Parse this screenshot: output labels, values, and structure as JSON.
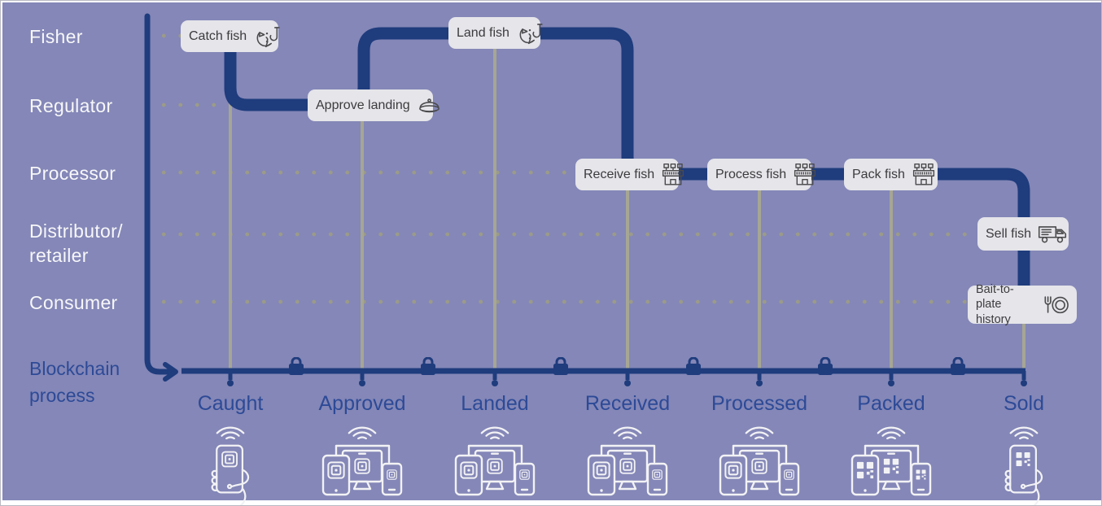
{
  "colors": {
    "background": "#8487b7",
    "journey_navy": "#1f3c7d",
    "label_navy": "#2d4a97",
    "event_box_bg": "#e5e5ea",
    "event_box_text": "#3c3c3e",
    "grid_olive": "#a6a694",
    "white_text": "#f7f7f9"
  },
  "actors": {
    "items": [
      {
        "label": "Fisher"
      },
      {
        "label": "Regulator"
      },
      {
        "label": "Processor"
      },
      {
        "label": "Distributor/\nretailer"
      },
      {
        "label": "Consumer"
      }
    ]
  },
  "axis": {
    "label": "Blockchain\nprocess"
  },
  "events": {
    "items": [
      {
        "label": "Catch fish",
        "icon": "fish-hook-icon"
      },
      {
        "label": "Approve landing",
        "icon": "captain-hat-icon"
      },
      {
        "label": "Land fish",
        "icon": "fish-hook-icon"
      },
      {
        "label": "Receive fish",
        "icon": "factory-icon"
      },
      {
        "label": "Process fish",
        "icon": "factory-icon"
      },
      {
        "label": "Pack fish",
        "icon": "factory-icon"
      },
      {
        "label": "Sell fish",
        "icon": "delivery-truck-icon"
      },
      {
        "label": "Bait-to-plate history",
        "icon": "fork-plate-icon"
      }
    ]
  },
  "timeline": {
    "stages": [
      {
        "label": "Caught",
        "device": "phone-in-hand"
      },
      {
        "label": "Approved",
        "device": "devices-trio"
      },
      {
        "label": "Landed",
        "device": "devices-trio"
      },
      {
        "label": "Received",
        "device": "devices-trio"
      },
      {
        "label": "Processed",
        "device": "devices-trio"
      },
      {
        "label": "Packed",
        "device": "devices-trio-qr"
      },
      {
        "label": "Sold",
        "device": "phone-in-hand-qr"
      }
    ],
    "lock_count": 6
  }
}
